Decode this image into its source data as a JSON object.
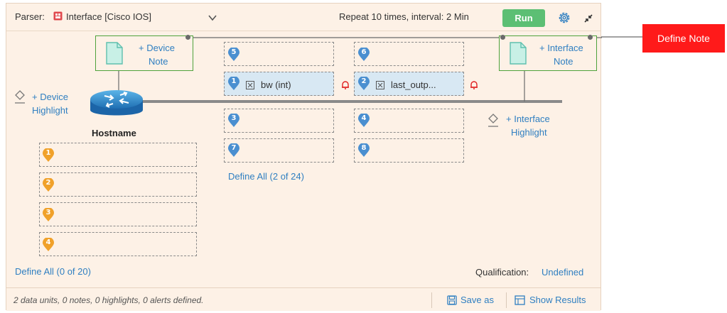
{
  "toolbar": {
    "parser_label": "Parser:",
    "parser_value": "Interface [Cisco IOS]",
    "repeat_text": "Repeat 10 times, interval: 2 Min",
    "run_label": "Run"
  },
  "device": {
    "note_label_1": "+ Device",
    "note_label_2": "Note",
    "highlight_label_1": "+ Device",
    "highlight_label_2": "Highlight",
    "hostname": "Hostname",
    "slots": [
      "1",
      "2",
      "3",
      "4"
    ],
    "define_all": "Define All (0 of 20)"
  },
  "interface": {
    "note_label_1": "+ Interface",
    "note_label_2": "Note",
    "highlight_label_1": "+ Interface",
    "highlight_label_2": "Highlight",
    "define_all": "Define All (2 of 24)",
    "slots": {
      "s5": "5",
      "s6": "6",
      "s1": "1",
      "s1_text": "bw (int)",
      "s2": "2",
      "s2_text": "last_outp...",
      "s3": "3",
      "s4": "4",
      "s7": "7",
      "s8": "8"
    }
  },
  "qualification": {
    "label": "Qualification:",
    "value": "Undefined"
  },
  "footer": {
    "status": "2 data units, 0 notes, 0 highlights, 0 alerts defined.",
    "save_as": "Save as",
    "show_results": "Show Results"
  },
  "callout": {
    "text": "Define Note"
  },
  "colors": {
    "accent_blue": "#2f7fc1",
    "pin_blue": "#4a8fd0",
    "pin_orange": "#f0a12a",
    "note_green": "#4fa23c",
    "run_green": "#5cbf74",
    "callout_red": "#ff1a1a",
    "alert_red": "#e02020"
  }
}
